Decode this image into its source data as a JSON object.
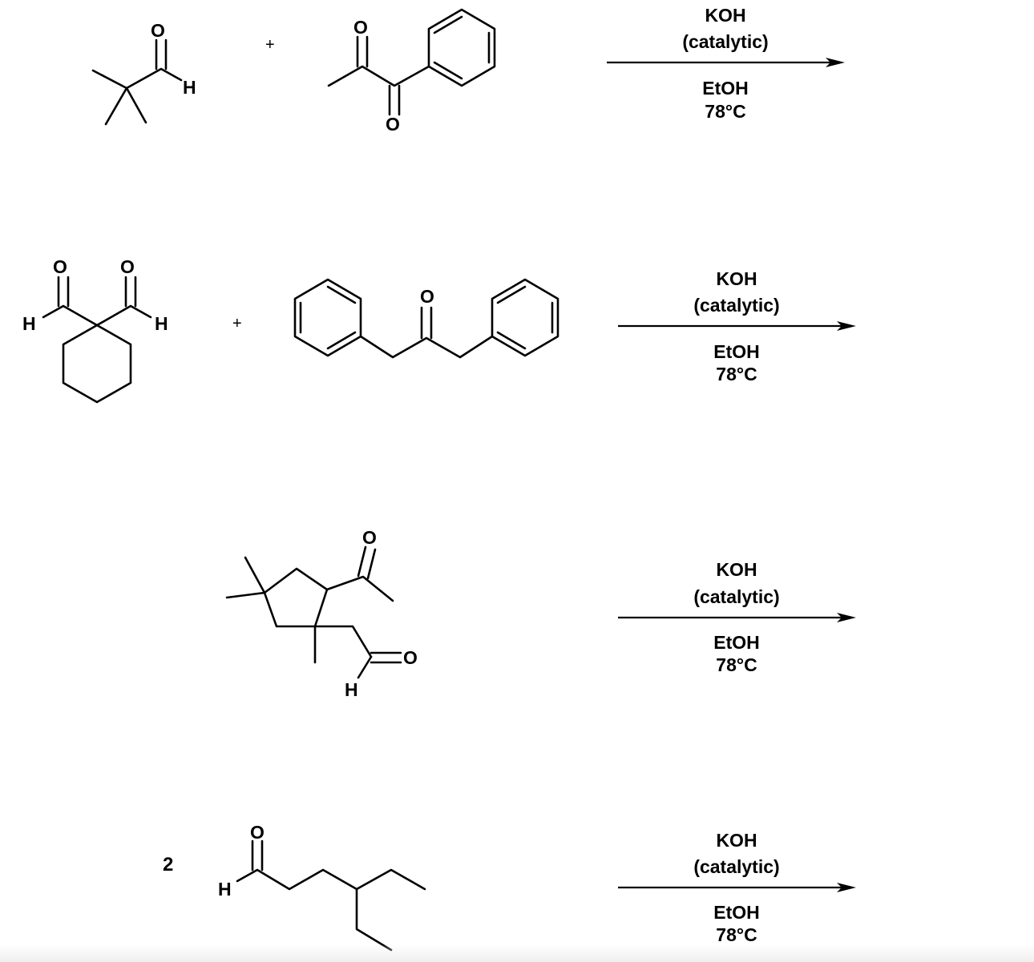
{
  "atoms": {
    "oxygen": "O",
    "hydrogen": "H"
  },
  "plus_sign": "+",
  "coefficient": "2",
  "conditions": {
    "reagent": "KOH",
    "catalyst_note": "(catalytic)",
    "solvent": "EtOH",
    "temperature": "78°C"
  },
  "reactions": [
    {
      "id": 1,
      "reactants": 2,
      "has_plus": true
    },
    {
      "id": 2,
      "reactants": 2,
      "has_plus": true
    },
    {
      "id": 3,
      "reactants": 1,
      "has_plus": false
    },
    {
      "id": 4,
      "reactants": 1,
      "has_plus": false,
      "coefficient_shown": true
    }
  ],
  "colors": {
    "ink": "#000000",
    "background": "#ffffff"
  }
}
